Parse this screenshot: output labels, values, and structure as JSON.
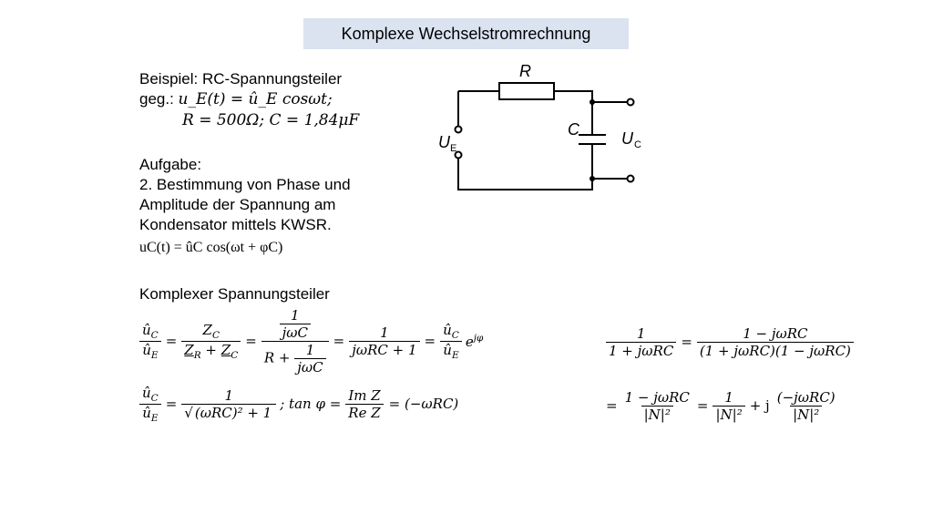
{
  "title": "Komplexe Wechselstromrechnung",
  "example": {
    "line1": "Beispiel: RC-Spannungsteiler",
    "given_prefix": "geg.:",
    "given_eq1": "u_E(t) = û_E cosωt;",
    "given_eq2": "R = 500Ω; C = 1,84μF"
  },
  "task": {
    "heading": "Aufgabe:",
    "line1": "2. Bestimmung von Phase und",
    "line2": "Amplitude der Spannung am",
    "line3": "Kondensator mittels KWSR.",
    "formula": "uC(t) = ûC cos(ωt + φC)"
  },
  "circuit": {
    "label_R": "R",
    "label_C": "C",
    "label_UE": "U",
    "label_UE_sub": "E",
    "label_UC": "U",
    "label_UC_sub": "C"
  },
  "section_heading": "Komplexer Spannungsteiler",
  "symbols": {
    "uC": "û",
    "uC_sub": "C",
    "uE": "û",
    "uE_sub": "E",
    "ZC": "Z",
    "ZR": "Z",
    "sub_C": "C",
    "sub_R": "R",
    "one": "1",
    "jwC": "jωC",
    "R": "R",
    "jwRC1": "jωRC + 1",
    "e": "e",
    "ejphi": "jφ",
    "sqrt_body": "(ωRC)² + 1",
    "tan": "; tan φ =",
    "ImZ": "Im Z",
    "ReZ": "Re Z",
    "neg": "= (−ωRC)",
    "one_plus": "1 + jωRC",
    "one_minus": "1 − jωRC",
    "prod": "(1 + jωRC)(1 − jωRC)",
    "N2": "|N|²",
    "plus_j": "+ j",
    "neg_jwRC": "(−jωRC)",
    "eq": "=",
    "plus": "+"
  }
}
